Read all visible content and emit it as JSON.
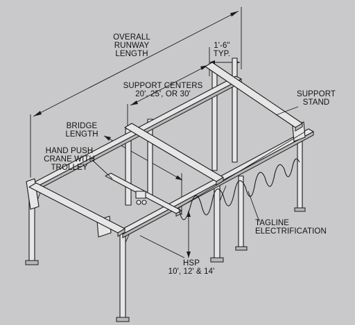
{
  "labels": {
    "overall_runway_length": [
      "OVERALL",
      "RUNWAY",
      "LENGTH"
    ],
    "typ_spacing": [
      "1'-6\"",
      "TYP."
    ],
    "support_centers": [
      "SUPPORT CENTERS",
      "20', 25', OR 30'"
    ],
    "support_stand": [
      "SUPPORT",
      "STAND"
    ],
    "bridge_length": [
      "BRIDGE",
      "LENGTH"
    ],
    "hand_push_crane": [
      "HAND PUSH",
      "CRANE WITH",
      "TROLLEY"
    ],
    "tagline_electrification": [
      "TAGLINE",
      "ELECTRIFICATION"
    ],
    "hsp": [
      "HSP",
      "10', 12' & 14'"
    ]
  },
  "colors": {
    "background": "#c9c9cb",
    "line": "#1a1a1a",
    "steel_face": "#e6e6e6",
    "steel_shade": "#b8b8b8"
  }
}
